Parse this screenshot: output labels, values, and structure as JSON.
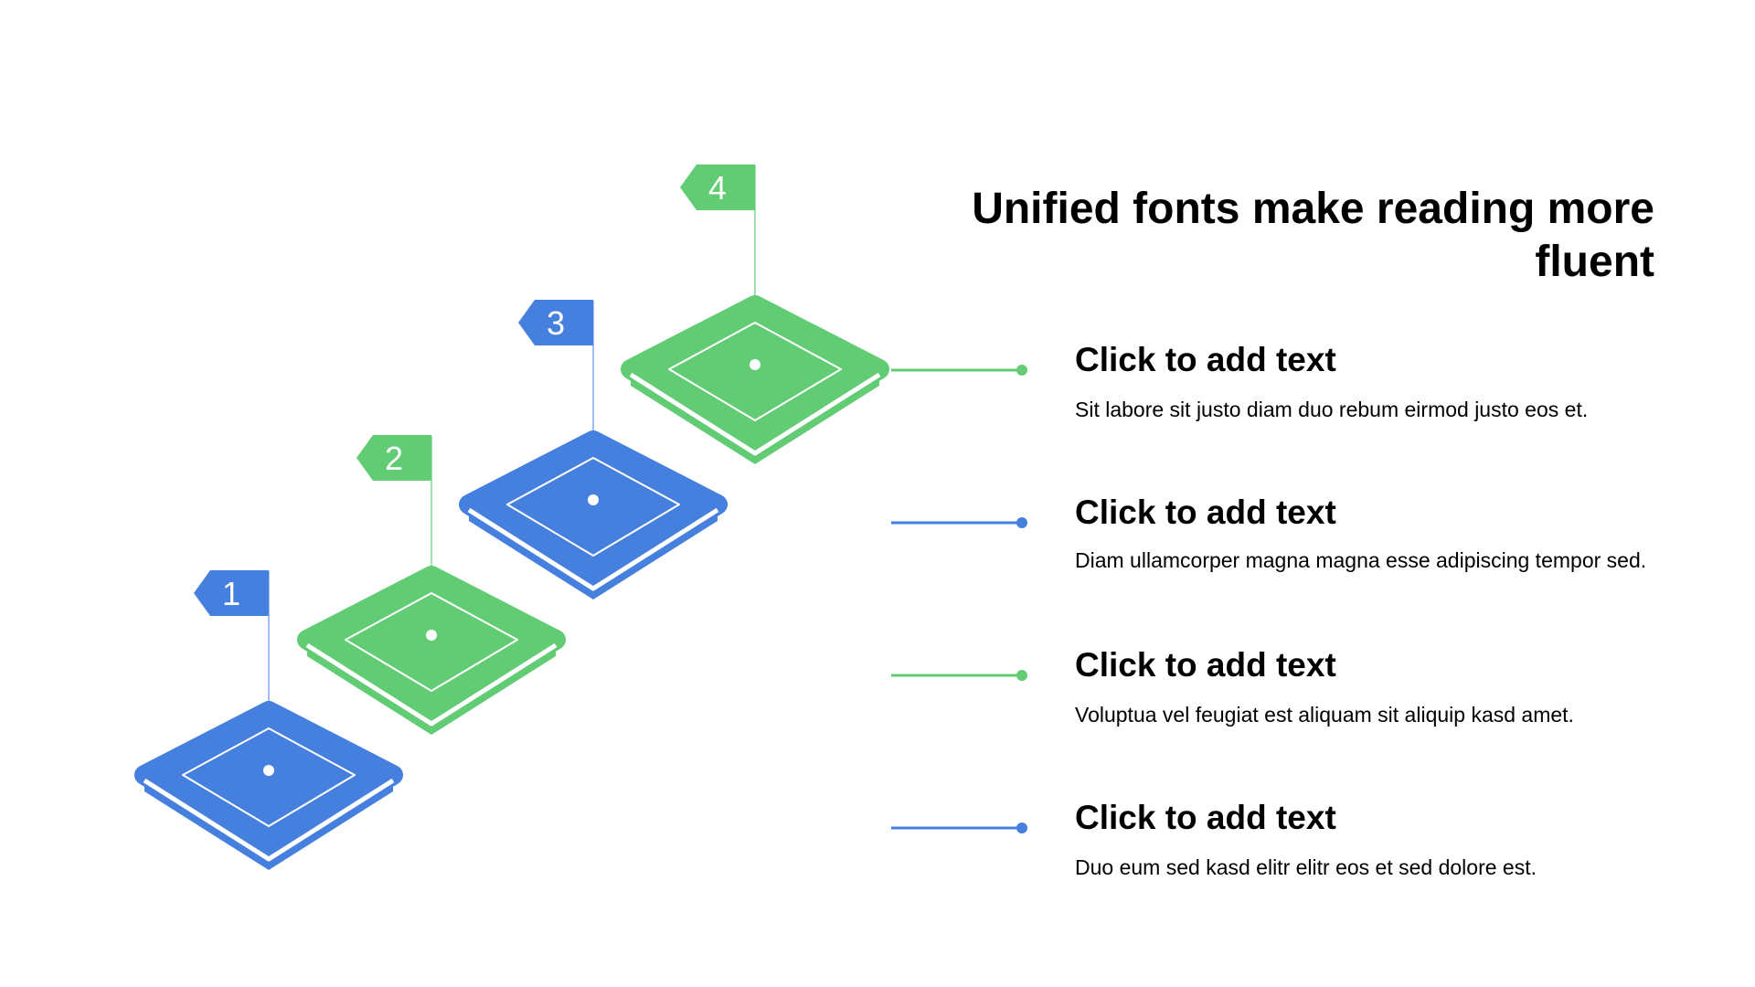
{
  "title": "Unified fonts make reading more fluent",
  "colors": {
    "blue": "#4680DE",
    "green": "#62CC74",
    "white": "#FFFFFF",
    "text": "#000000"
  },
  "steps": [
    {
      "number": "1",
      "color": "blue"
    },
    {
      "number": "2",
      "color": "green"
    },
    {
      "number": "3",
      "color": "blue"
    },
    {
      "number": "4",
      "color": "green"
    }
  ],
  "items": [
    {
      "heading": "Click to add text",
      "description": "Sit labore sit justo diam duo rebum eirmod justo eos et.",
      "color": "green"
    },
    {
      "heading": "Click to add text",
      "description": "Diam ullamcorper magna magna esse adipiscing tempor sed.",
      "color": "blue"
    },
    {
      "heading": "Click to add text",
      "description": "Voluptua vel feugiat est aliquam sit aliquip kasd amet.",
      "color": "green"
    },
    {
      "heading": "Click to add text",
      "description": "Duo eum sed kasd elitr elitr eos et sed dolore est.",
      "color": "blue"
    }
  ]
}
